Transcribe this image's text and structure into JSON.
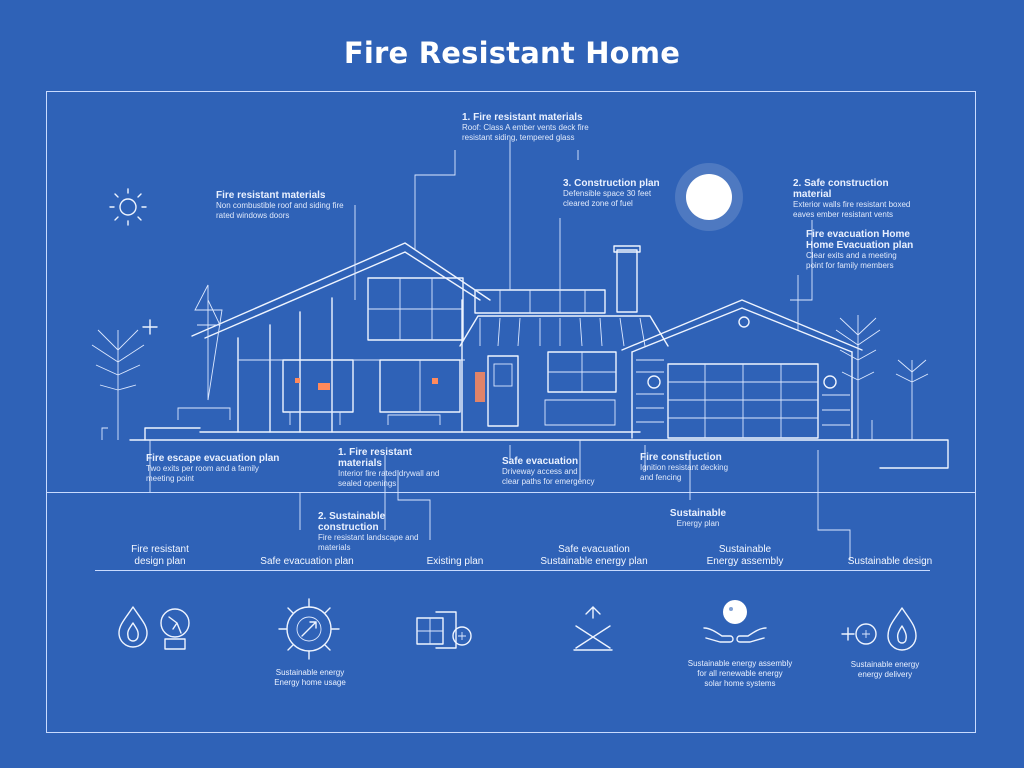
{
  "title": "Fire Resistant Home",
  "notes": {
    "top_center": {
      "heading": "1. Fire resistant materials",
      "body": "Roof: Class A ember vents deck fire resistant siding, tempered glass"
    },
    "top_left": {
      "heading": "Fire resistant materials",
      "body": "Non combustible roof and siding fire rated windows doors"
    },
    "construction_plan": {
      "heading": "3. Construction plan",
      "body": "Defensible space 30 feet cleared zone of fuel"
    },
    "safe_construction": {
      "heading": "2. Safe construction material",
      "body": "Exterior walls fire resistant boxed eaves ember resistant vents"
    },
    "fire_evacuation": {
      "heading": "Fire evacuation Home",
      "subheading": "Home Evacuation plan",
      "body": "Clear exits and a meeting point for family members"
    },
    "fire_escape_plan": {
      "heading": "Fire escape evacuation plan",
      "body": "Two exits per room and a family meeting point"
    },
    "fire_resistant_materials_2": {
      "heading": "1. Fire resistant materials",
      "body": "Interior fire rated drywall and sealed openings"
    },
    "safe_evacuation": {
      "heading": "Safe evacuation",
      "body": "Driveway access and clear paths for emergency"
    },
    "fire_construction": {
      "heading": "Fire construction",
      "body": "Ignition resistant decking and fencing"
    },
    "sustainable_construction": {
      "heading": "2. Sustainable construction",
      "body": "Fire resistant landscape and materials"
    },
    "sustainable": {
      "heading": "Sustainable",
      "body": "Energy plan"
    }
  },
  "timeline": [
    {
      "line1": "Fire resistant",
      "line2": "design plan"
    },
    {
      "line1": "Safe evacuation plan",
      "line2": ""
    },
    {
      "line1": "Existing plan",
      "line2": ""
    },
    {
      "line1": "Safe evacuation",
      "line2": "Sustainable energy plan"
    },
    {
      "line1": "Sustainable",
      "line2": "Energy assembly"
    },
    {
      "line1": "Sustainable design",
      "line2": ""
    }
  ],
  "icons": [
    {
      "name": "water-fire-icon",
      "caption": ""
    },
    {
      "name": "compass-target-icon",
      "caption": "Sustainable energy\nEnergy home usage"
    },
    {
      "name": "home-plan-icon",
      "caption": ""
    },
    {
      "name": "evacuation-arrows-icon",
      "caption": ""
    },
    {
      "name": "hands-globe-icon",
      "caption": "Sustainable energy assembly\nfor all renewable energy\nsolar home systems"
    },
    {
      "name": "plus-flame-icon",
      "caption": "Sustainable energy\nenergy delivery"
    }
  ],
  "colors": {
    "background": "#2f62b7",
    "line": "#eef4ff",
    "accent_orange": "#ff8a5c"
  }
}
